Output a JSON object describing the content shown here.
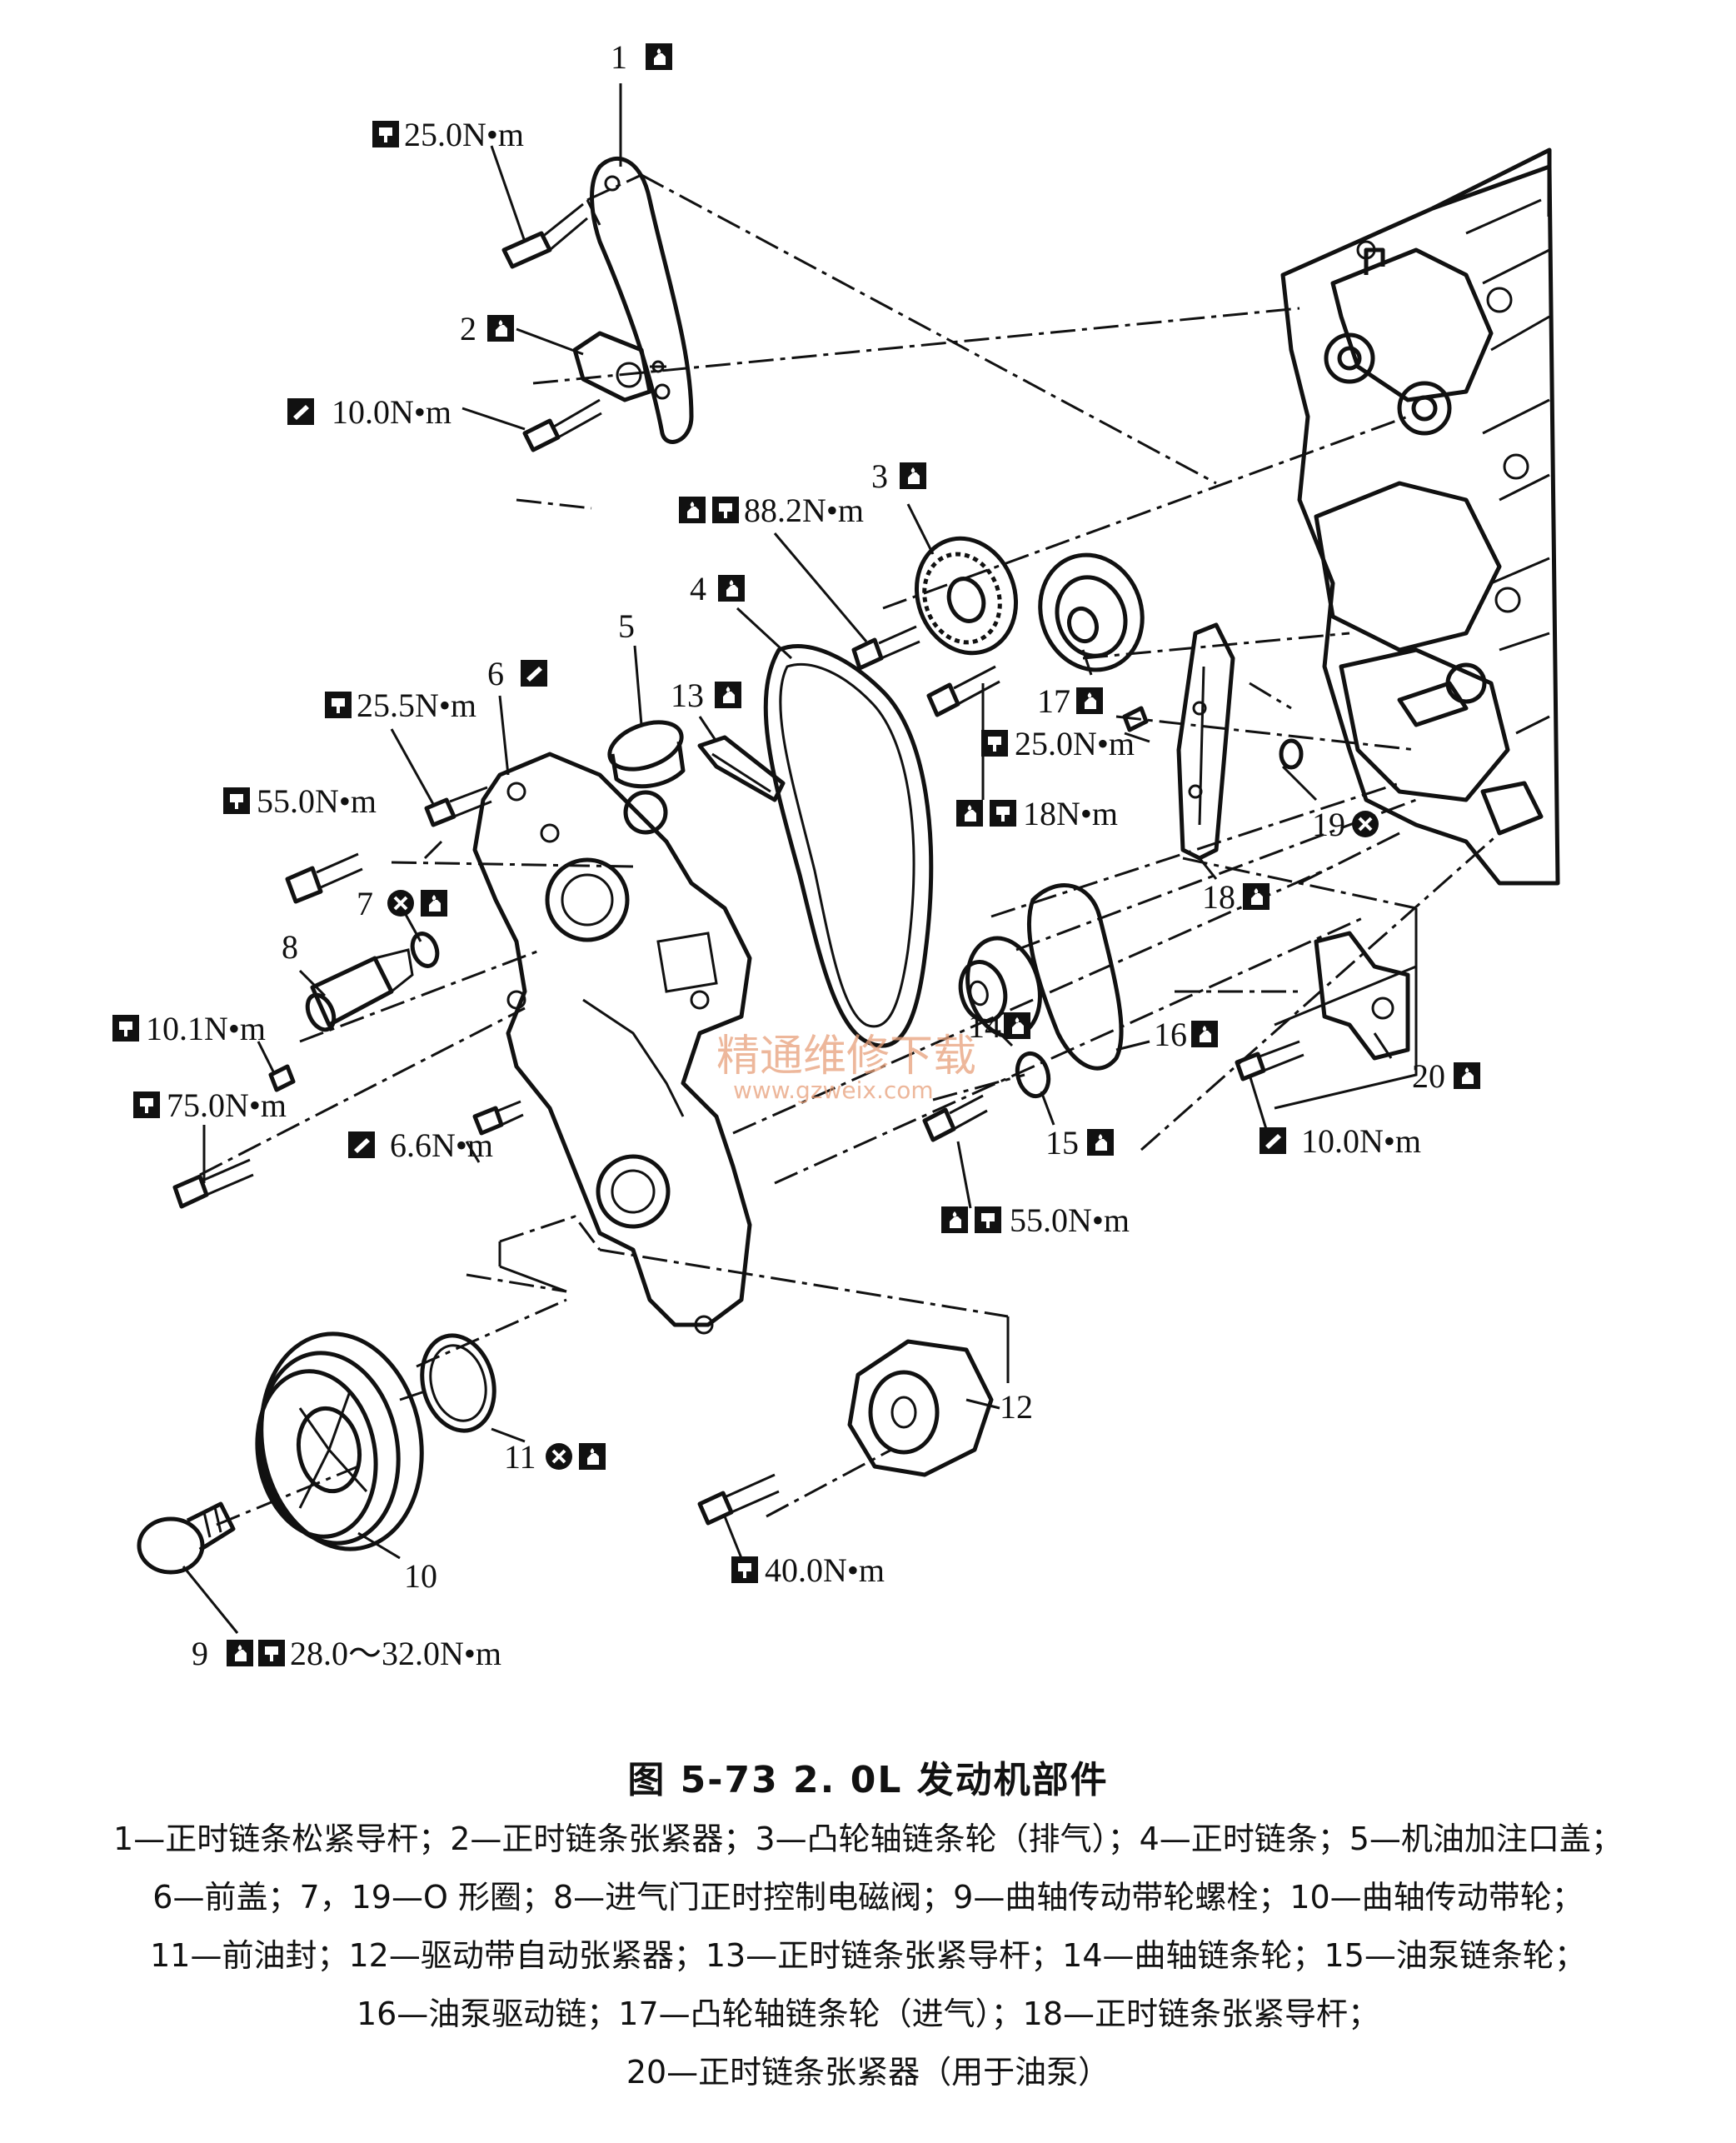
{
  "figure": {
    "title": "图 5-73   2. 0L 发动机部件",
    "legend_lines": [
      "1—正时链条松紧导杆；2—正时链条张紧器；3—凸轮轴链条轮（排气）；4—正时链条；5—机油加注口盖；",
      "6—前盖；7，19—O 形圈；8—进气门正时控制电磁阀；9—曲轴传动带轮螺栓；10—曲轴传动带轮；",
      "11—前油封；12—驱动带自动张紧器；13—正时链条张紧导杆；14—曲轴链条轮；15—油泵链条轮；",
      "16—油泵驱动链；17—凸轮轴链条轮（进气）；18—正时链条张紧导杆；",
      "20—正时链条张紧器（用于油泵）"
    ]
  },
  "parts": {
    "p1": "1",
    "p2": "2",
    "p3": "3",
    "p4": "4",
    "p5": "5",
    "p6": "6",
    "p7": "7",
    "p8": "8",
    "p9": "9",
    "p10": "10",
    "p11": "11",
    "p12": "12",
    "p13": "13",
    "p14": "14",
    "p15": "15",
    "p16": "16",
    "p17": "17",
    "p18": "18",
    "p19": "19",
    "p20": "20"
  },
  "torques": {
    "t1": "25.0N•m",
    "t2": "10.0N•m",
    "t3": "88.2N•m",
    "t4": "25.5N•m",
    "t5": "55.0N•m",
    "t6": "10.1N•m",
    "t7": "75.0N•m",
    "t8": "6.6N•m",
    "t9": "28.0～32.0N•m",
    "t10": "40.0N•m",
    "t11": "55.0N•m",
    "t12": "18N•m",
    "t13": "25.0N•m",
    "t14": "10.0N•m"
  },
  "watermark": {
    "cn": "精通维修下载",
    "url": "www.gzweix.com"
  },
  "icons": [
    "torque-wrench-icon",
    "oil-can-icon",
    "do-not-reuse-icon",
    "sealant-icon"
  ]
}
